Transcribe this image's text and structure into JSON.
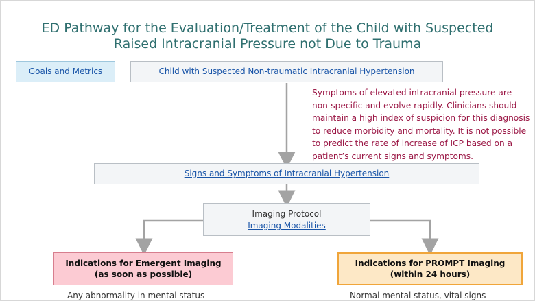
{
  "title": {
    "line1": "ED Pathway for the Evaluation/Treatment of the Child with Suspected",
    "line2": "Raised Intracranial Pressure not Due to Trauma"
  },
  "goals_link": "Goals and Metrics",
  "child_link": "Child with Suspected Non-traumatic Intracranial Hypertension",
  "note": "Symptoms of elevated intracranial pressure are non-specific and evolve rapidly. Clinicians should maintain a high index of suspicion for this diagnosis to reduce morbidity and mortality. It is not possible to predict the rate of increase of ICP based on a patient’s current signs and symptoms.",
  "signs_link": "Signs and Symptoms of Intracranial Hypertension",
  "imaging": {
    "label": "Imaging Protocol",
    "link": "Imaging Modalities"
  },
  "emergent": {
    "line1": "Indications for Emergent Imaging",
    "line2": "(as soon as possible)",
    "detail": "Any abnormality in mental status"
  },
  "prompt": {
    "line1": "Indications for PROMPT Imaging",
    "line2": "(within 24 hours)",
    "detail": "Normal mental status, vital signs"
  },
  "colors": {
    "title": "#2f6f6f",
    "link": "#1a55a8",
    "note": "#9b1846",
    "emergent_fill": "#fccbd3",
    "prompt_fill": "#fde8c6",
    "goals_fill": "#dbeef8"
  }
}
